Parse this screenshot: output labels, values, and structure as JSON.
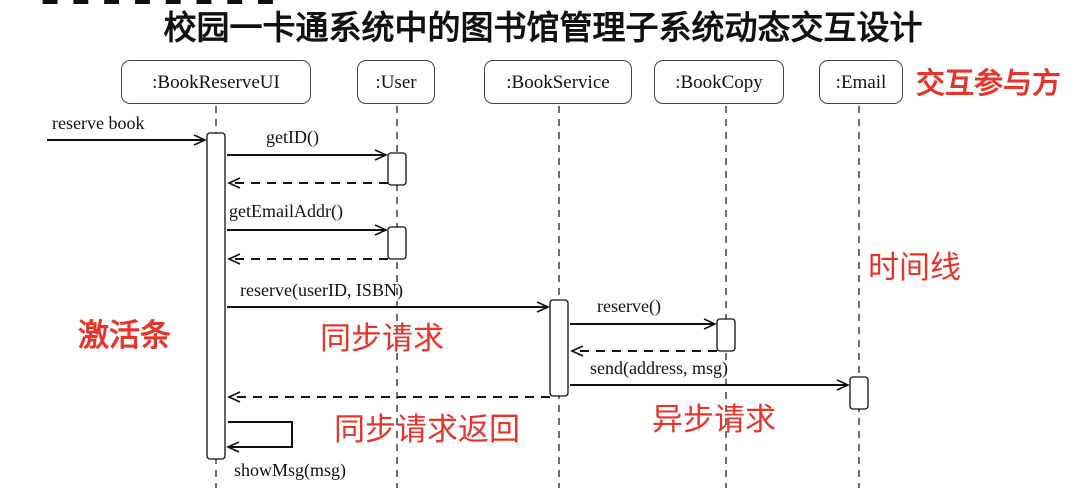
{
  "title": "校园一卡通系统中的图书馆管理子系统动态交互设计",
  "participants": [
    ":BookReserveUI",
    ":User",
    ":BookService",
    ":BookCopy",
    ":Email"
  ],
  "messages": {
    "reserve_book": "reserve book",
    "get_id": "getID()",
    "get_email_addr": "getEmailAddr()",
    "reserve_user_isbn": "reserve(userID, ISBN)",
    "reserve_copy": "reserve()",
    "send_address_msg": "send(address, msg)",
    "show_msg": "showMsg(msg)"
  },
  "annotations": {
    "participants": "交互参与方",
    "timeline": "时间线",
    "activation_bar": "激活条",
    "sync_request": "同步请求",
    "sync_return": "同步请求返回",
    "async_request": "异步请求"
  },
  "colors": {
    "annotation": "#e5352b",
    "line": "#111111"
  }
}
